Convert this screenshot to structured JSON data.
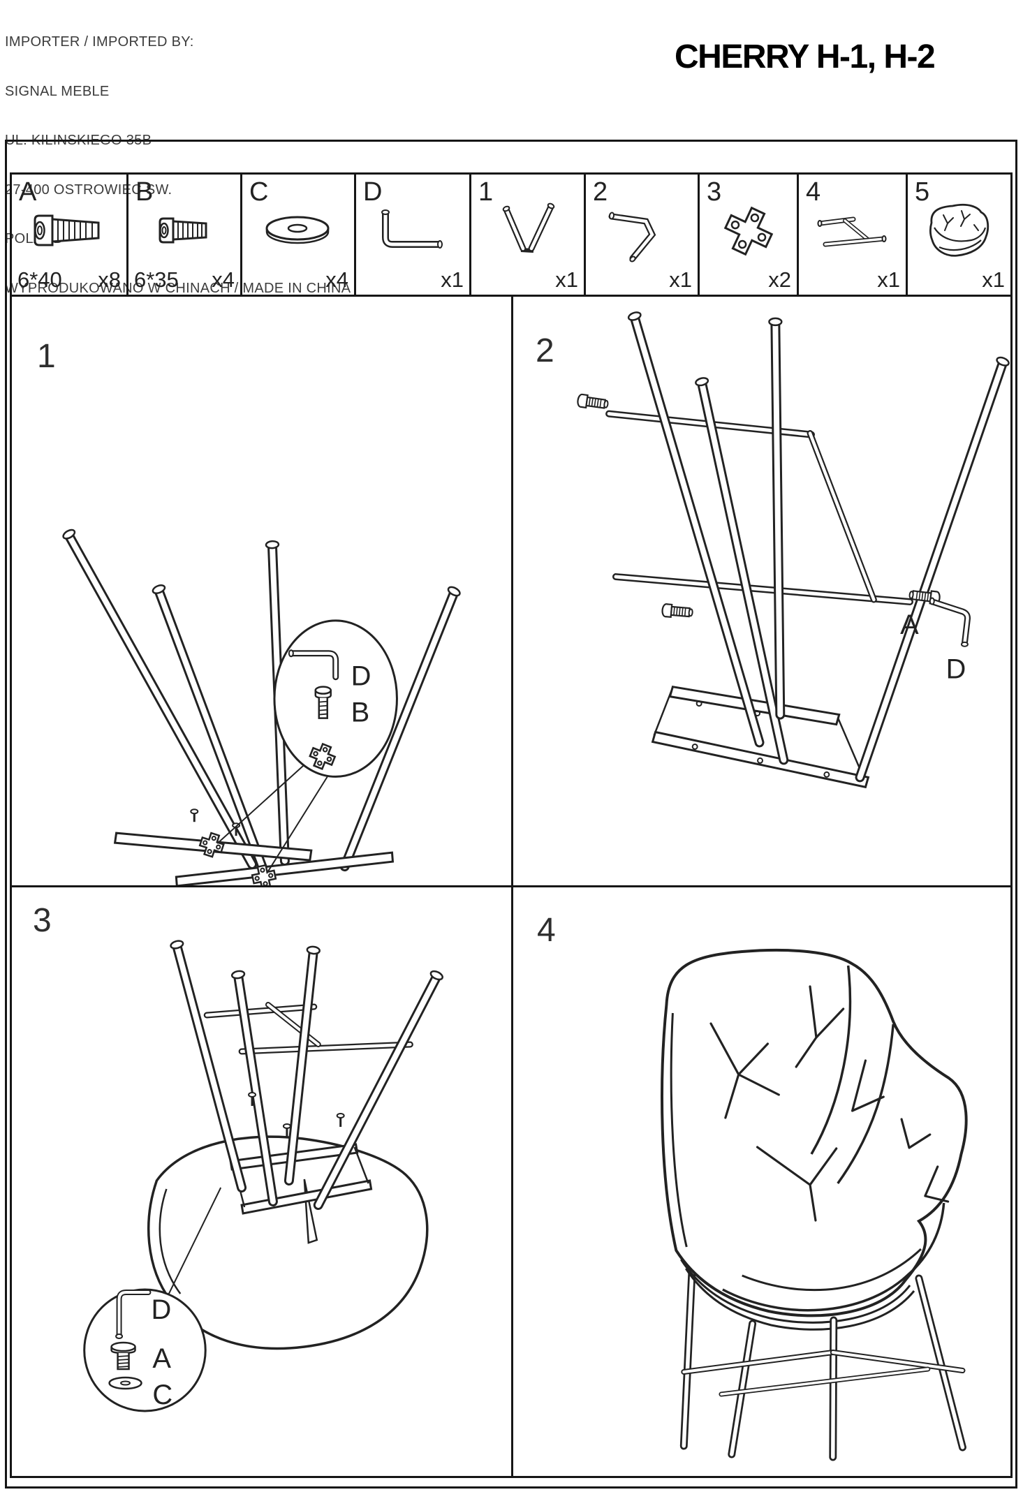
{
  "header": {
    "line1": "IMPORTER / IMPORTED BY:",
    "line2": "SIGNAL MEBLE",
    "line3": "UL. KILINSKIEGO 35B",
    "line4": "27-400 OSTROWIEC SW.",
    "line5": "POLAND",
    "line6": "WYPRODUKOWANO W CHINACH / MADE IN CHINA"
  },
  "title": "CHERRY H-1, H-2",
  "parts_table": {
    "parts": [
      {
        "id": "A",
        "size": "6*40",
        "qty": "x8",
        "icon": "bolt-long-icon"
      },
      {
        "id": "B",
        "size": "6*35",
        "qty": "x4",
        "icon": "bolt-short-icon"
      },
      {
        "id": "C",
        "size": "",
        "qty": "x4",
        "icon": "washer-icon"
      },
      {
        "id": "D",
        "size": "",
        "qty": "x1",
        "icon": "allen-key-icon"
      },
      {
        "id": "1",
        "size": "",
        "qty": "x1",
        "icon": "front-legs-icon"
      },
      {
        "id": "2",
        "size": "",
        "qty": "x1",
        "icon": "back-legs-icon"
      },
      {
        "id": "3",
        "size": "",
        "qty": "x2",
        "icon": "cross-plate-icon"
      },
      {
        "id": "4",
        "size": "",
        "qty": "x1",
        "icon": "footrest-icon"
      },
      {
        "id": "5",
        "size": "",
        "qty": "x1",
        "icon": "seat-shell-icon"
      }
    ]
  },
  "steps": {
    "step1": {
      "number": "1",
      "callout": {
        "tool": "D",
        "bolt": "B"
      }
    },
    "step2": {
      "number": "2",
      "callout": {
        "bolt": "A",
        "tool": "D"
      }
    },
    "step3": {
      "number": "3",
      "callout": {
        "tool": "D",
        "bolt": "A",
        "washer": "C"
      }
    },
    "step4": {
      "number": "4"
    }
  },
  "colors": {
    "line": "#222222",
    "text": "#1a1a1a",
    "background": "#ffffff"
  }
}
